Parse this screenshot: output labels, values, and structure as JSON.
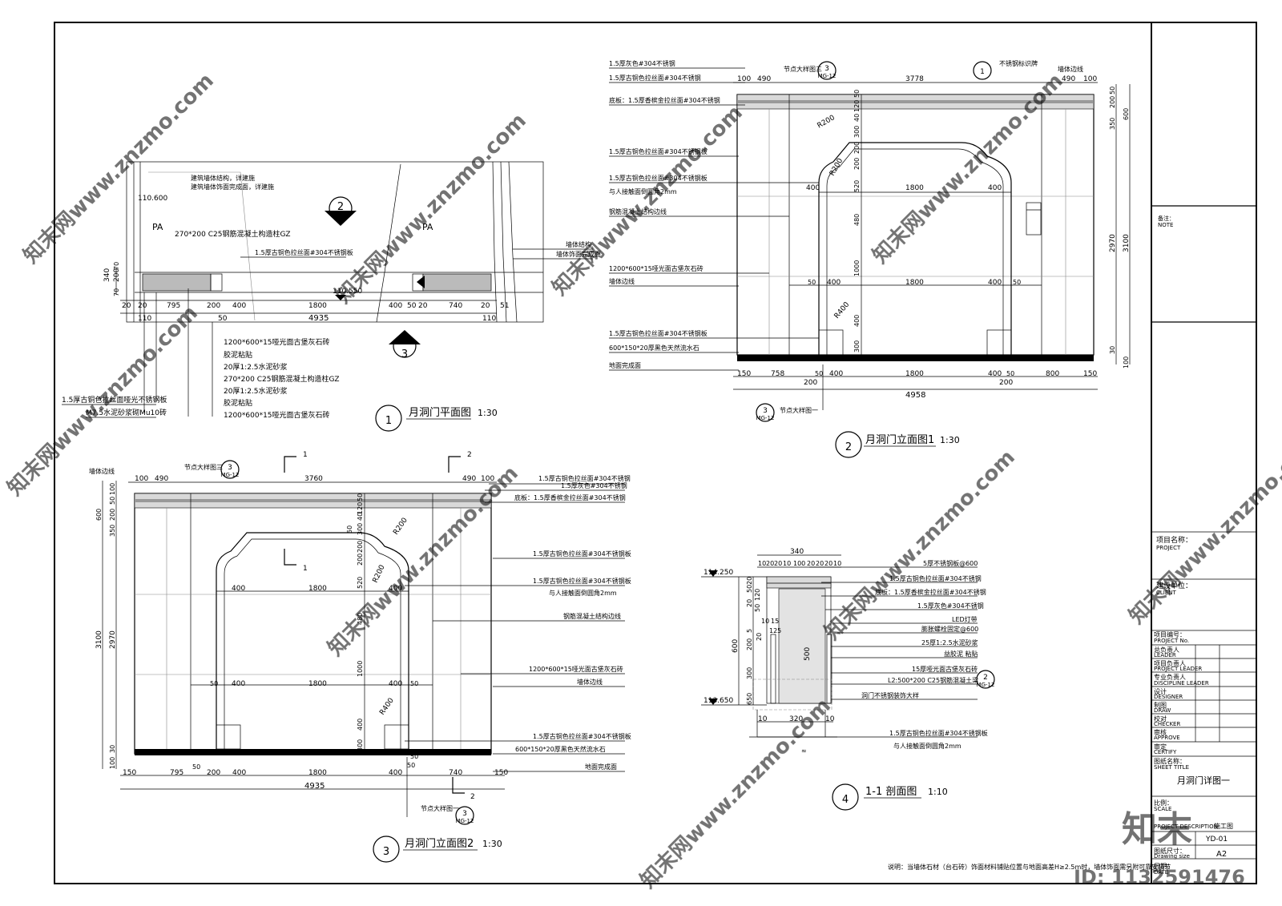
{
  "plan": {
    "elev_top": "110.600",
    "elev_floor": "110.550",
    "zone_left": "PA",
    "zone_right": "PA",
    "note_wall": "建筑墙体结构，详建施",
    "note_wall_face": "建筑墙体饰面完成面，详建施",
    "note_column": "270*200 C25钢筋混凝土构造柱GZ",
    "note_plate": "1.5厚古铜色拉丝面#304不锈钢板",
    "note_struct": "墙体结构",
    "note_face": "墙体饰面完成面",
    "dims_left_vertical": [
      "340",
      "200",
      "70",
      "70"
    ],
    "dims_bottom": [
      "20",
      "20",
      "795",
      "200",
      "400",
      "1800",
      "400",
      "50",
      "20",
      "740",
      "20",
      "51"
    ],
    "dims_bottom2": [
      "110",
      "50",
      "110"
    ],
    "dim_total": "4935",
    "layers": [
      "1200*600*15哑光面古堡灰石砖",
      "胶泥粘贴",
      "20厚1:2.5水泥砂浆",
      "270*200 C25钢筋混凝土构造柱GZ",
      "20厚1:2.5水泥砂浆",
      "胶泥粘贴",
      "1200*600*15哑光面古堡灰石砖"
    ],
    "note_plate2": "1.5厚古铜色拉丝面哑光不锈钢板",
    "note_brick": "M7.5水泥砂浆砌Mu10砖",
    "marker": "2",
    "marker3": "3",
    "title_num": "1",
    "title": "月洞门平面图",
    "scale": "1:30"
  },
  "elev1": {
    "callout_top": "节点大样图三",
    "callout_num": "3",
    "callout_sheet": "MG-12",
    "sign_num": "1",
    "sign_label": "不锈钢标识牌",
    "wall_line": "墙体边线",
    "labels_left": [
      "1.5厚灰色#304不锈钢",
      "1.5厚古铜色拉丝面#304不锈钢",
      "底板：1.5厚香槟金拉丝面#304不锈钢",
      "1.5厚古铜色拉丝面#304不锈钢板",
      "1.5厚古铜色拉丝面#304不锈钢板",
      "与人接触面倒圆角2mm",
      "钢筋混凝土结构边线",
      "1200*600*15哑光面古堡灰石砖",
      "墙体边线",
      "1.5厚古铜色拉丝面#304不锈钢板",
      "600*150*20厚黑色天然流水石",
      "地面完成面"
    ],
    "dims_top": [
      "100",
      "490",
      "3778",
      "490",
      "100"
    ],
    "dims_inner_v": [
      "50",
      "120",
      "40",
      "300",
      "200",
      "200",
      "520",
      "480",
      "1000",
      "400",
      "300"
    ],
    "dims_row": [
      "400",
      "1800",
      "400"
    ],
    "dims_row2": [
      "50",
      "400",
      "1800",
      "400",
      "50"
    ],
    "radius_labels": [
      "R200",
      "R200",
      "R400"
    ],
    "dims_right": [
      "50",
      "200",
      "350",
      "600",
      "2970",
      "3100",
      "30",
      "100"
    ],
    "dims_bottom": [
      "150",
      "758",
      "50",
      "400",
      "1800",
      "400",
      "50",
      "800",
      "150"
    ],
    "dims_bottom2": [
      "200",
      "200"
    ],
    "dim_total": "4958",
    "callout_bottom": "节点大样图一",
    "title_num": "2",
    "title": "月洞门立面图1",
    "scale": "1:30"
  },
  "elev2": {
    "section_cut": [
      "1",
      "2",
      "1",
      "2"
    ],
    "wall_line": "墙体边线",
    "callout_top": "节点大样图三",
    "callout_num": "3",
    "callout_sheet": "MG-12",
    "dims_top": [
      "100",
      "490",
      "3760",
      "490",
      "100"
    ],
    "dims_left": [
      "100",
      "50",
      "200",
      "600",
      "350",
      "3100",
      "2970",
      "30",
      "100"
    ],
    "dims_inner_v": [
      "50",
      "120",
      "40",
      "300",
      "200",
      "200",
      "50",
      "520",
      "480",
      "1000",
      "400",
      "300"
    ],
    "dims_row": [
      "400",
      "1800",
      "400"
    ],
    "dims_row2": [
      "50",
      "400",
      "1800",
      "400",
      "50"
    ],
    "radius_labels": [
      "R200",
      "R200",
      "R400"
    ],
    "labels_right": [
      "1.5厚灰色#304不锈钢",
      "1.5厚古铜色拉丝面#304不锈钢",
      "底板：1.5厚香槟金拉丝面#304不锈钢",
      "1.5厚古铜色拉丝面#304不锈钢板",
      "1.5厚古铜色拉丝面#304不锈钢板",
      "与人接触面倒圆角2mm",
      "钢筋混凝土结构边线",
      "1200*600*15哑光面古堡灰石砖",
      "墙体边线",
      "1.5厚古铜色拉丝面#304不锈钢板",
      "600*150*20厚黑色天然流水石",
      "地面完成面"
    ],
    "dims_bottom": [
      "150",
      "795",
      "200",
      "400",
      "1800",
      "400",
      "50",
      "740",
      "150"
    ],
    "dims_bottom2": [
      "50",
      "50"
    ],
    "dim_total": "4935",
    "callout_bottom": "节点大样图一",
    "title_num": "3",
    "title": "月洞门立面图2",
    "scale": "1:30"
  },
  "section": {
    "elev_top": "114.250",
    "elev_bottom": "113.650",
    "dims_top": [
      "340"
    ],
    "dims_top2": [
      "10",
      "20",
      "20",
      "10",
      "100",
      "20",
      "20",
      "20",
      "10"
    ],
    "dims_left": [
      "20",
      "50",
      "120",
      "20",
      "50",
      "10",
      "15",
      "125",
      "5",
      "20",
      "200",
      "600",
      "300",
      "650",
      "500"
    ],
    "dims_bottom": [
      "10",
      "320",
      "10"
    ],
    "labels": [
      "5厚不锈钢板@600",
      "1.5厚古铜色拉丝面#304不锈钢",
      "底板：1.5厚香槟金拉丝面#304不锈钢",
      "1.5厚灰色#304不锈钢",
      "LED灯带",
      "膨胀螺栓固定@600",
      "25厚1:2.5水泥砂浆",
      "益胶泥 粘贴",
      "15厚哑光面古堡灰石砖",
      "L2:500*200 C25钢筋混凝土梁",
      "洞门不锈钢装饰大样",
      "1.5厚古铜色拉丝面#304不锈钢板",
      "与人接触面倒圆角2mm"
    ],
    "callout_num": "2",
    "callout_sheet": "MG-12",
    "title_num": "4",
    "title": "1-1 剖面图",
    "scale": "1:10"
  },
  "note": "说明：当墙体石材（台石砖）饰面材料铺贴位置与地面高差H≥2.5m时，墙体饰面需另附可靠安装节",
  "title_block": {
    "note_cn": "备注：",
    "note_en": "NOTE",
    "project_cn": "项目名称：",
    "project_en": "PROJECT",
    "client_cn": "建设单位：",
    "client_en": "CLIENT",
    "project_no_cn": "项目编号：",
    "project_no_en": "PROJECT No.",
    "rows": [
      {
        "cn": "总负责人",
        "en": "LEADER"
      },
      {
        "cn": "项目负责人",
        "en": "PROJECT LEADER"
      },
      {
        "cn": "专业负责人",
        "en": "DISCIPLINE LEADER"
      },
      {
        "cn": "设计",
        "en": "DESIGNER"
      },
      {
        "cn": "制图",
        "en": "DRAW"
      },
      {
        "cn": "校对",
        "en": "CHECKER"
      },
      {
        "cn": "审核",
        "en": "APPROVE"
      },
      {
        "cn": "审定",
        "en": "CERTIFY"
      }
    ],
    "sheet_title_cn": "图纸名称：",
    "sheet_title_en": "SHEET TITLE",
    "sheet_title": "月洞门详图一",
    "scale_cn": "比例：",
    "scale_en": "SCALE",
    "desc_label": "PROJECT DESCRIPTION",
    "desc_value": "施工图",
    "sheet_no": "YD-01",
    "size_cn": "图纸尺寸：",
    "size_en": "Drawing size",
    "size_value": "A2",
    "date_cn": "日期：",
    "date_en": "DATE"
  },
  "watermarks": {
    "site": "知末网www.znzmo.com",
    "brand": "知末",
    "id": "ID: 1132591476"
  }
}
